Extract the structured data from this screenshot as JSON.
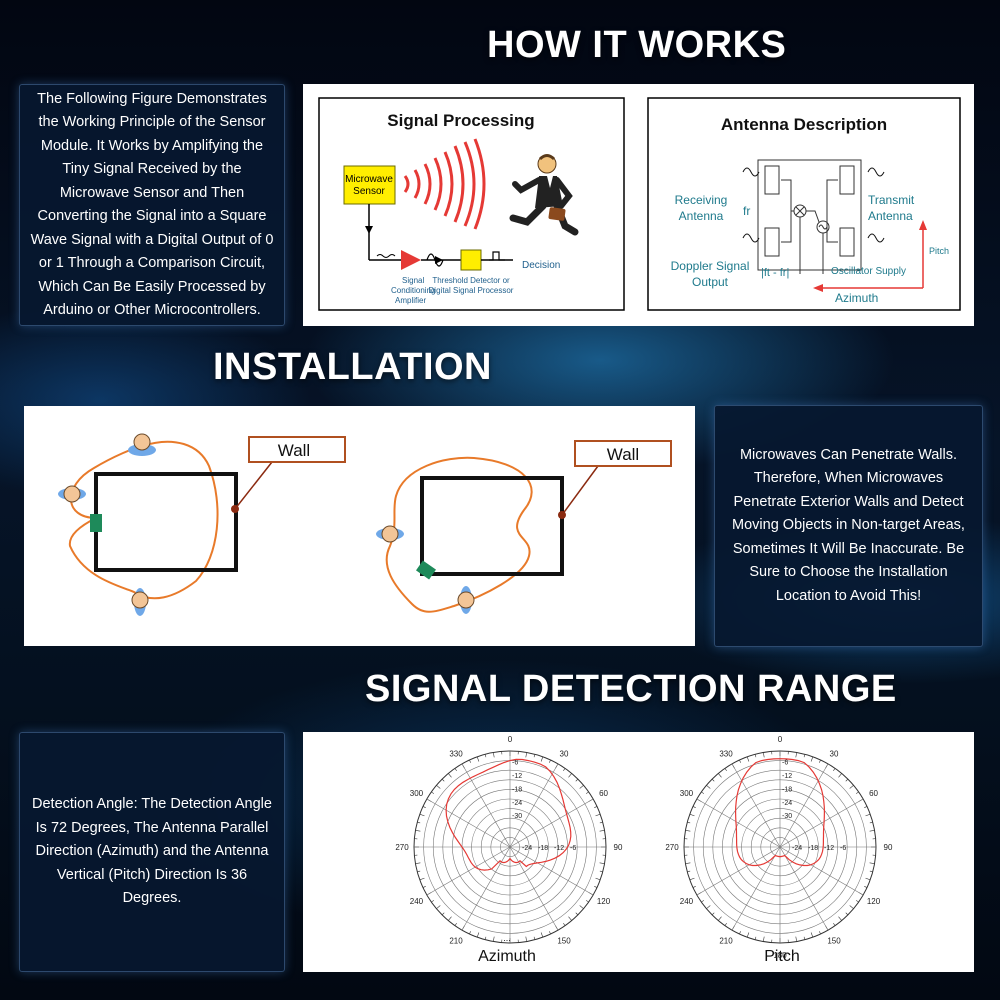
{
  "headings": {
    "how_it_works": "HOW IT WORKS",
    "installation": "INSTALLATION",
    "signal_detection_range": "SIGNAL DETECTION RANGE"
  },
  "how_it_works": {
    "description": "The Following Figure Demonstrates the Working Principle of the Sensor Module. It Works by Amplifying the Tiny Signal Received by the Microwave Sensor and Then Converting the Signal into a Square Wave Signal with a Digital Output of 0 or 1 Through a Comparison Circuit, Which Can Be Easily Processed by Arduino or Other Microcontrollers.",
    "signal_processing": {
      "title": "Signal Processing",
      "sensor_label_1": "Microwave",
      "sensor_label_2": "Sensor",
      "amp_label_1": "Signal",
      "amp_label_2": "Conditioning",
      "amp_label_3": "Amplifier",
      "detector_label_1": "Threshold Detector or",
      "detector_label_2": "Digital Signal Processor",
      "decision_label": "Decision"
    },
    "antenna_description": {
      "title": "Antenna Description",
      "receiving_1": "Receiving",
      "receiving_2": "Antenna",
      "fr": "fr",
      "transmit_1": "Transmit",
      "transmit_2": "Antenna",
      "doppler_1": "Doppler Signal",
      "doppler_2": "Output",
      "ft_fr": "|ft - fr|",
      "oscillator": "Oscillator Supply",
      "pitch": "Pitch",
      "azimuth": "Azimuth"
    }
  },
  "installation": {
    "wall_label_left": "Wall",
    "wall_label_right": "Wall",
    "description": "Microwaves Can Penetrate Walls. Therefore, When Microwaves Penetrate Exterior Walls and Detect Moving Objects in Non-target Areas, Sometimes It Will Be Inaccurate. Be Sure to Choose the Installation Location to Avoid This!"
  },
  "detection": {
    "description": "Detection Angle: The Detection Angle Is 72 Degrees, The Antenna Parallel Direction (Azimuth) and the Antenna Vertical (Pitch) Direction Is 36 Degrees.",
    "angle_labels": [
      "0",
      "30",
      "60",
      "90",
      "120",
      "150",
      "180",
      "210",
      "240",
      "270",
      "300",
      "330"
    ],
    "db_labels": [
      "-6",
      "-12",
      "-18",
      "-24",
      "-30"
    ],
    "azimuth_db_labels": [
      "-24",
      "-18",
      "-12",
      "-6"
    ],
    "pitch_db_labels": [
      "-24",
      "-18",
      "-12",
      "-6"
    ],
    "azimuth_title": "Azimuth",
    "pitch_title": "Pitch",
    "azimuth_bottom_mark": "...",
    "azimuth_bottom_label": "",
    "pitch_bottom_label": "180"
  },
  "colors": {
    "accent_red": "#e53935",
    "trace_orange": "#e87a2a",
    "label_teal": "#1f7a8c",
    "sensor_yellow": "#ffea00",
    "module_green": "#1e8a5a",
    "panel_dark": "#061830"
  }
}
